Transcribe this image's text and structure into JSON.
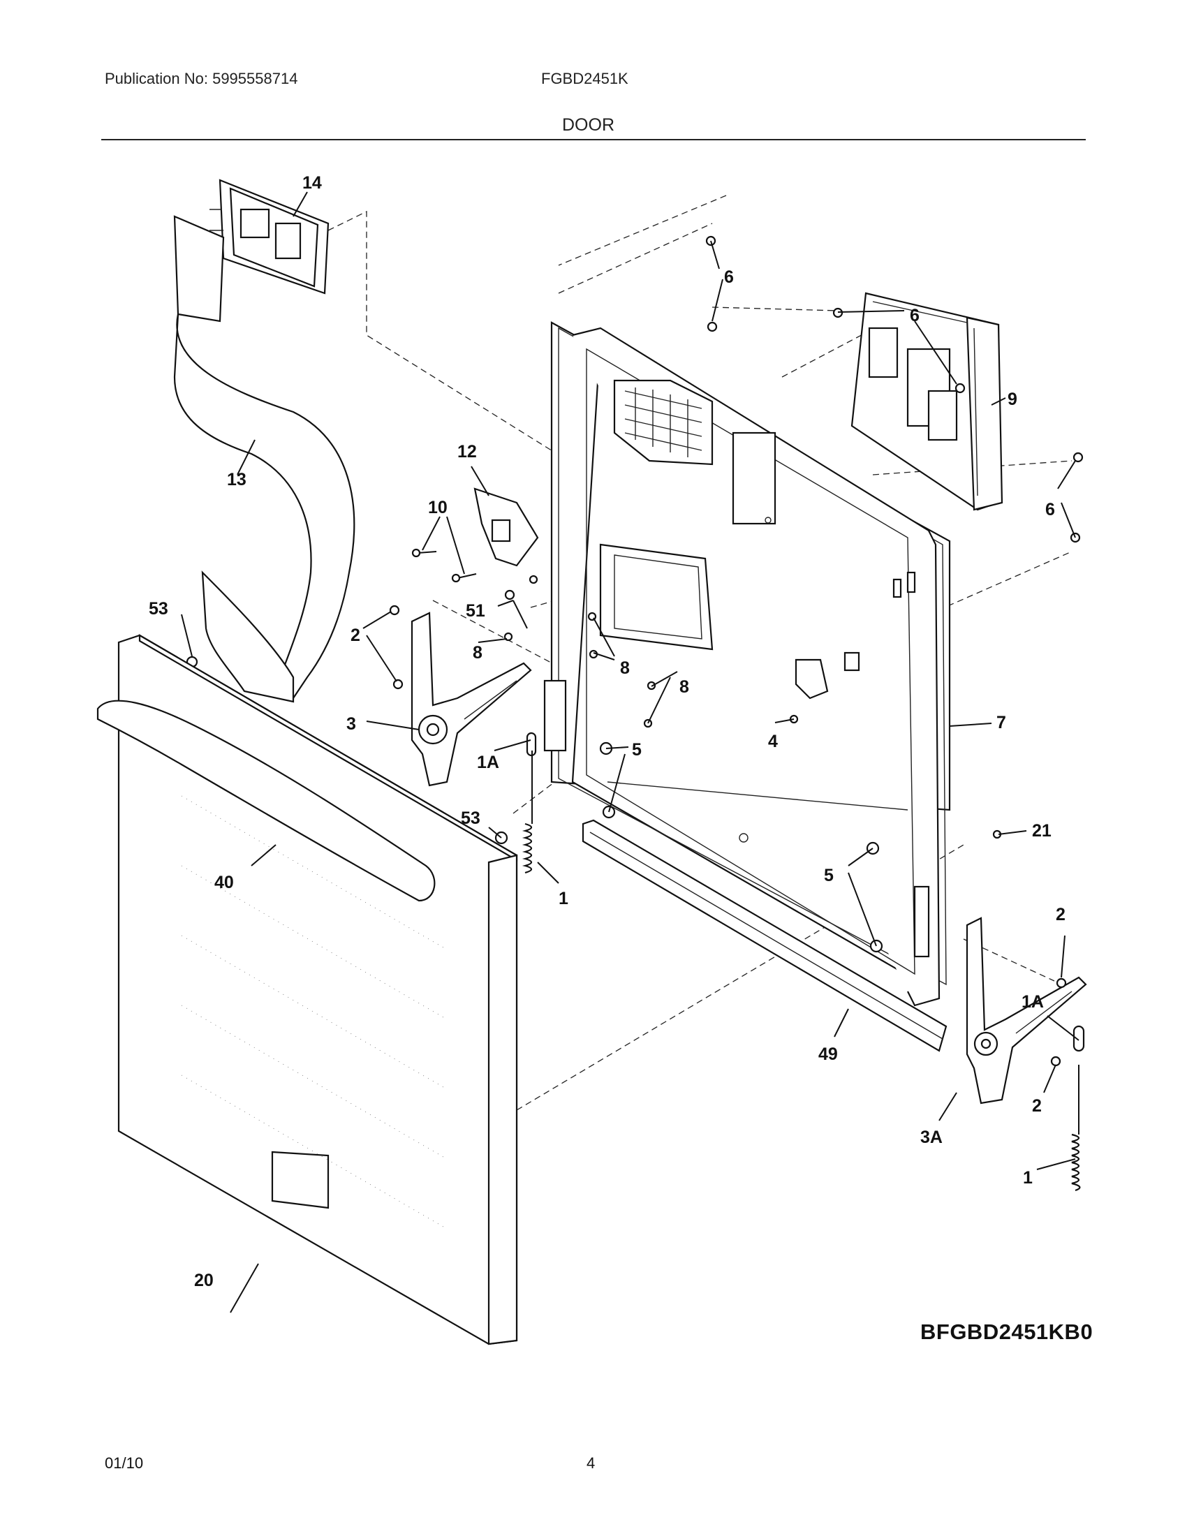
{
  "header": {
    "publication": "Publication No: 5995558714",
    "model": "FGBD2451K",
    "section": "DOOR"
  },
  "diagram_code": "BFGBD2451KB0",
  "footer": {
    "date": "01/10",
    "page": "4"
  },
  "callouts": {
    "c14": "14",
    "c13": "13",
    "c12": "12",
    "c10": "10",
    "c6a": "6",
    "c6b": "6",
    "c6c": "6",
    "c9": "9",
    "c53a": "53",
    "c2a": "2",
    "c51": "51",
    "c8a": "8",
    "c8b": "8",
    "c8c": "8",
    "c3": "3",
    "c1Aa": "1A",
    "c5a": "5",
    "c4": "4",
    "c7": "7",
    "c53b": "53",
    "c40": "40",
    "c1a": "1",
    "c21": "21",
    "c5b": "5",
    "c2b": "2",
    "c1Ab": "1A",
    "c2c": "2",
    "c49": "49",
    "c3A": "3A",
    "c1b": "1",
    "c20": "20"
  }
}
